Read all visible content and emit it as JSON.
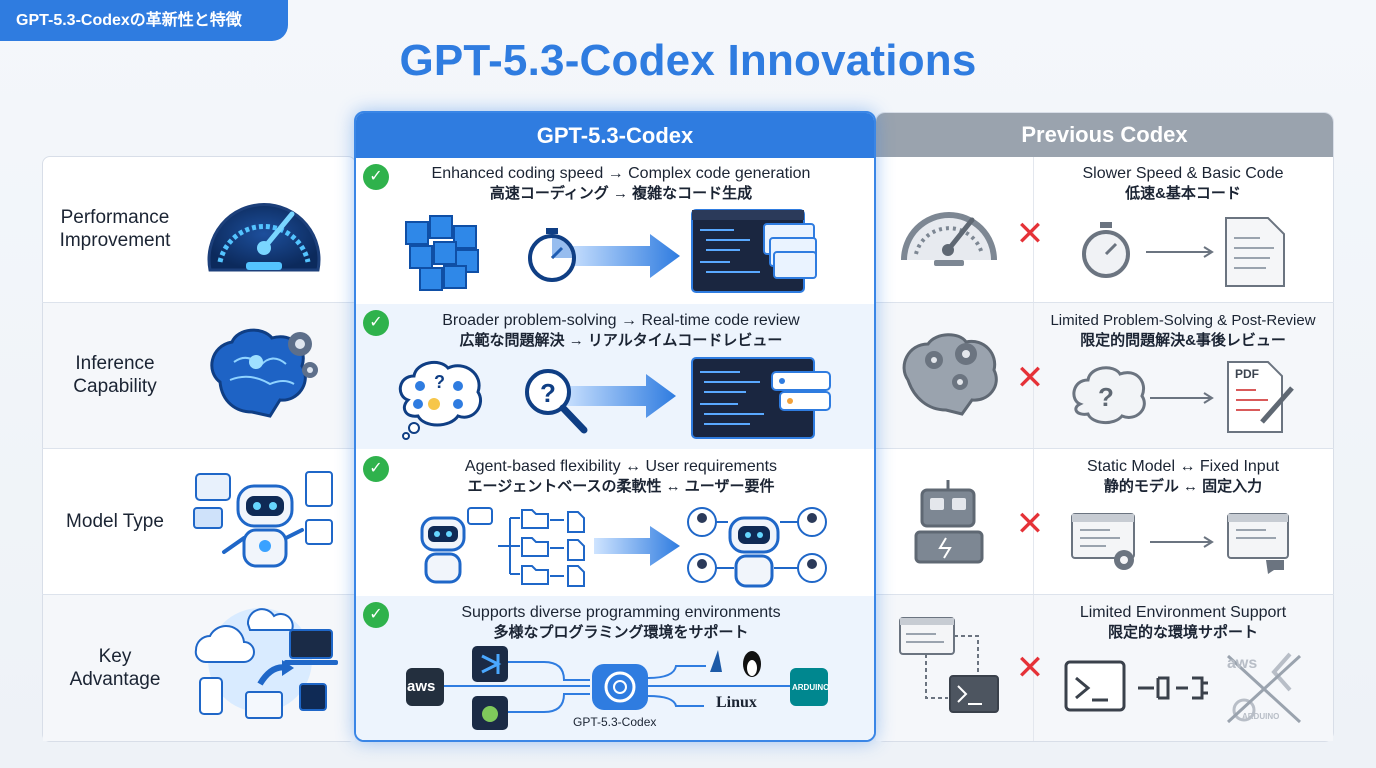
{
  "tag": "GPT-5.3-Codexの革新性と特徴",
  "title": "GPT-5.3-Codex Innovations",
  "columns": {
    "new": "GPT-5.3-Codex",
    "old": "Previous Codex"
  },
  "rows": [
    {
      "category": [
        "Performance",
        "Improvement"
      ],
      "new_en": "Enhanced coding speed → Complex code generation",
      "new_jp": "高速コーディング → 複雑なコード生成",
      "old_en": "Slower Speed & Basic Code",
      "old_jp": "低速&基本コード"
    },
    {
      "category": [
        "Inference",
        "Capability"
      ],
      "new_en": "Broader problem-solving → Real-time code review",
      "new_jp": "広範な問題解決 → リアルタイムコードレビュー",
      "old_en": "Limited Problem-Solving & Post-Review",
      "old_jp": "限定的問題解決&事後レビュー"
    },
    {
      "category": [
        "Model Type"
      ],
      "new_en": "Agent-based flexibility ↔ User requirements",
      "new_jp": "エージェントベースの柔軟性 ↔ ユーザー要件",
      "old_en": "Static Model ↔ Fixed Input",
      "old_jp": "静的モデル ↔ 固定入力"
    },
    {
      "category": [
        "Key",
        "Advantage"
      ],
      "new_en": "Supports diverse programming environments",
      "new_jp": "多様なプログラミング環境をサポート",
      "old_en": "Limited Environment Support",
      "old_jp": "限定的な環境サポート"
    }
  ],
  "icon_labels": {
    "aws": "aws",
    "linux": "Linux",
    "hub": "GPT-5.3-Codex",
    "arduino": "ARDUINO",
    "pdf": "PDF",
    "faded_aws": "aws",
    "faded_arduino": "ARDUINO"
  },
  "colors": {
    "accent": "#2f7ce0",
    "check": "#2fb24c",
    "cross": "#e53238",
    "muted": "#9aa3ae"
  }
}
